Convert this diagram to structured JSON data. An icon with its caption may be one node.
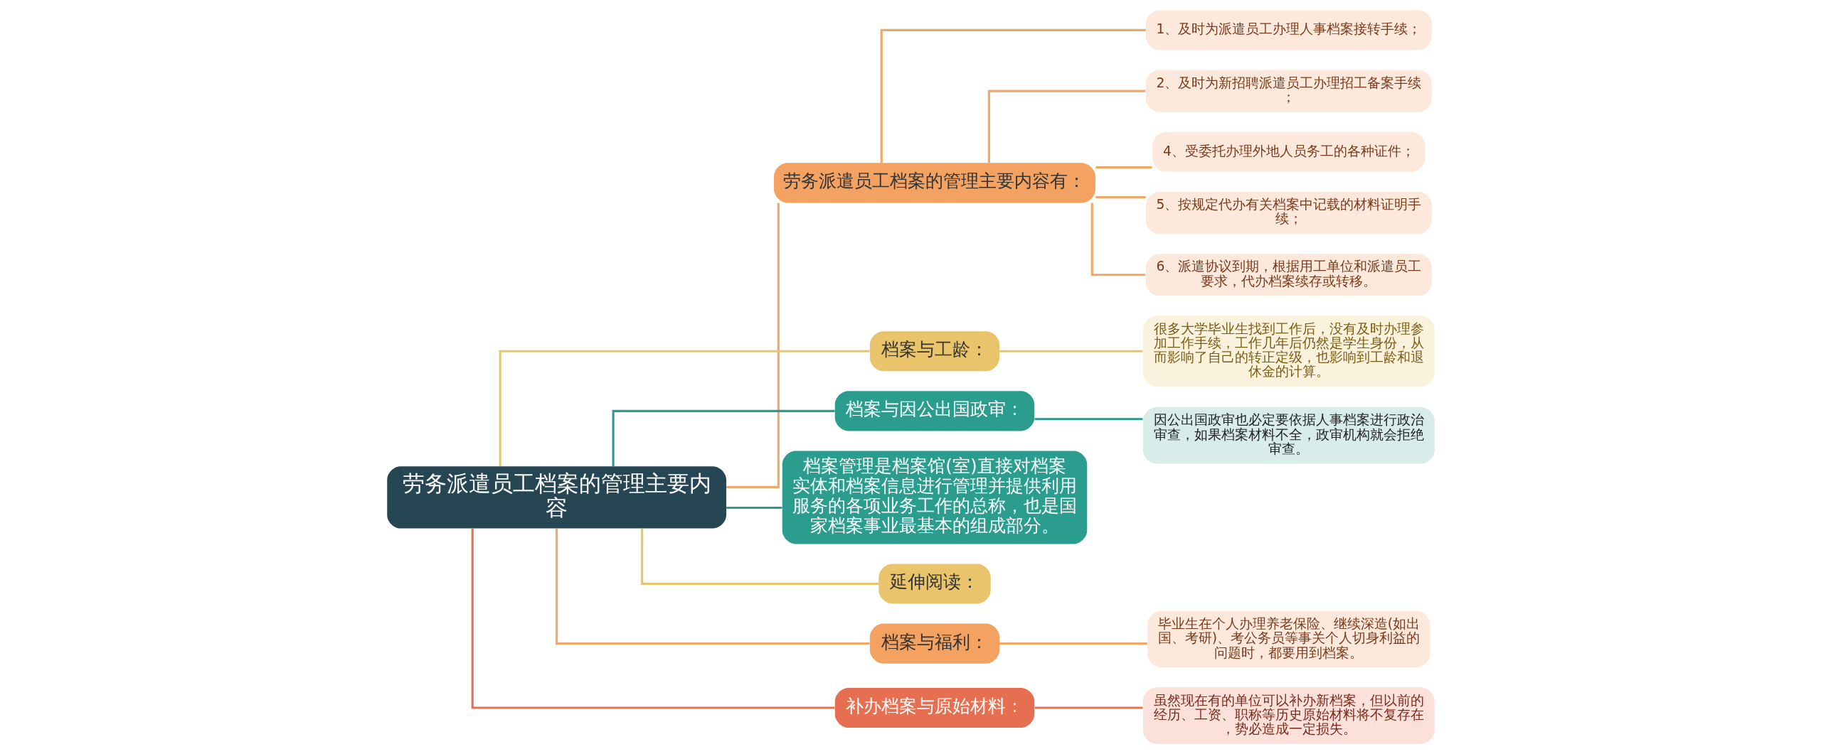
{
  "diagram": {
    "nodes": [
      {
        "text": [
          "劳务派遣员工档案的管理主要内容"
        ]
      },
      {
        "text": [
          "劳务派遣员工档案的管理主要内容有："
        ]
      },
      {
        "text": [
          "1、及时为派遣员工办理人事档案接转手续；"
        ]
      },
      {
        "text": [
          "2、及时为新招聘派遣员工办理招工备案手续；"
        ]
      },
      {
        "text": [
          "4、受委托办理外地人员务工的各种证件；"
        ]
      },
      {
        "text": [
          "5、按规定代办有关档案中记载的材料证明手续；"
        ]
      },
      {
        "text": [
          "6、派遣协议到期，根据用工单位和派遣员工要求，代办档案续存或转移。"
        ]
      },
      {
        "text": [
          "档案与工龄："
        ]
      },
      {
        "text": [
          "很多大学毕业生找到工作后，没有及时办理参加工作手续，工作几年后仍然是学生身份，从而影响了自己的转正定级，也影响到工龄和退休金的计算。"
        ]
      },
      {
        "text": [
          "档案与因公出国政审："
        ]
      },
      {
        "text": [
          "因公出国政审也必定要依据人事档案进行政治审查，如果档案材料不全，政审机构就会拒绝审查。"
        ]
      },
      {
        "text": [
          "档案管理是档案馆(室)直接对档案实体和档案信息进行管理并提供利用服务的各项业务工作的总称，也是国家档案事业最基本的组成部分。"
        ]
      },
      {
        "text": [
          "延伸阅读："
        ]
      },
      {
        "text": [
          "档案与福利："
        ]
      },
      {
        "text": [
          "毕业生在个人办理养老保险、继续深造(如出国、考研)、考公务员等事关个人切身利益的问题时，都要用到档案。"
        ]
      },
      {
        "text": [
          "补办档案与原始材料："
        ]
      },
      {
        "text": [
          "虽然现在有的单位可以补办新档案，但以前的经历、工资、职称等历史原始材料将不复存在，势必造成一定损失。"
        ]
      }
    ],
    "edges": [
      {
        "from": 0,
        "to": 1,
        "arrow": "none"
      },
      {
        "from": 1,
        "to": 2,
        "arrow": "none"
      },
      {
        "from": 1,
        "to": 3,
        "arrow": "none"
      },
      {
        "from": 1,
        "to": 4,
        "arrow": "none"
      },
      {
        "from": 1,
        "to": 5,
        "arrow": "none"
      },
      {
        "from": 1,
        "to": 6,
        "arrow": "none"
      },
      {
        "from": 0,
        "to": 7,
        "arrow": "none",
        "color": "#e8c46a"
      },
      {
        "from": 7,
        "to": 8,
        "arrow": "none",
        "color": "#e8c46a"
      },
      {
        "from": 0,
        "to": 9,
        "arrow": "none",
        "color": "#2a9d8f"
      },
      {
        "from": 9,
        "to": 10,
        "arrow": "none",
        "color": "#2a9d8f"
      },
      {
        "from": 0,
        "to": 11,
        "arrow": "none",
        "color": "#2a9d8f"
      },
      {
        "from": 0,
        "to": 12,
        "arrow": "none",
        "color": "#e8c46a"
      },
      {
        "from": 0,
        "to": 13,
        "arrow": "none"
      },
      {
        "from": 13,
        "to": 14,
        "arrow": "none"
      },
      {
        "from": 0,
        "to": 15,
        "arrow": "none",
        "color": "#e76f51"
      },
      {
        "from": 15,
        "to": 16,
        "arrow": "none",
        "color": "#e76f51"
      }
    ]
  }
}
